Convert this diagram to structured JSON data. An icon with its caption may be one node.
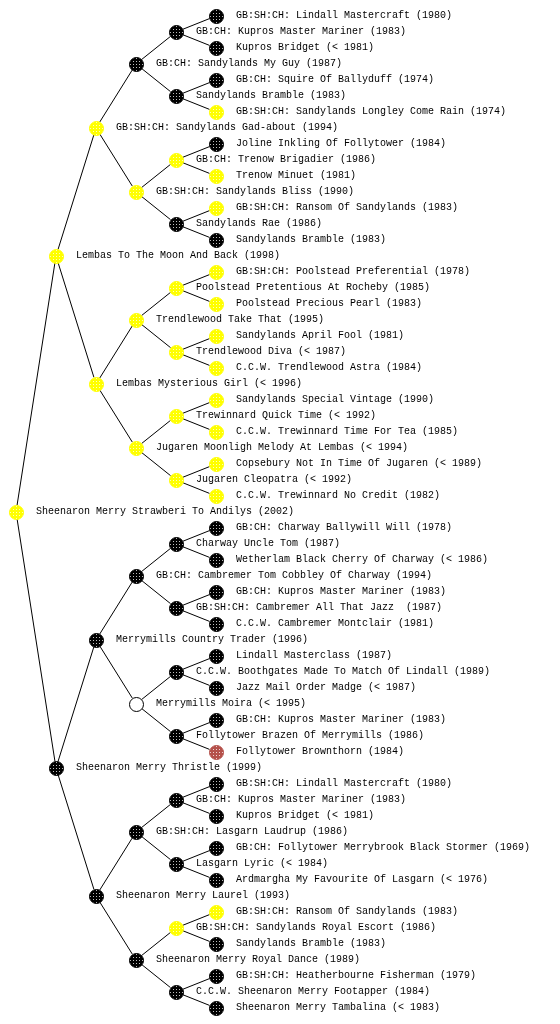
{
  "diagram": {
    "nodes": [
      {
        "text": [
          "GB:SH:CH: Lindall Mastercraft (1980)"
        ]
      },
      {
        "text": [
          "GB:CH: Kupros Master Mariner (1983)"
        ]
      },
      {
        "text": [
          "Kupros Bridget (< 1981)"
        ]
      },
      {
        "text": [
          "GB:CH: Sandylands My Guy (1987)"
        ]
      },
      {
        "text": [
          "GB:CH: Squire Of Ballyduff (1974)"
        ]
      },
      {
        "text": [
          "Sandylands Bramble (1983)"
        ]
      },
      {
        "text": [
          "GB:SH:CH: Sandylands Longley Come Rain (1974)"
        ]
      },
      {
        "text": [
          "GB:SH:CH: Sandylands Gad-about (1994)"
        ]
      },
      {
        "text": [
          "Joline Inkling Of Follytower (1984)"
        ]
      },
      {
        "text": [
          "GB:CH: Trenow Brigadier (1986)"
        ]
      },
      {
        "text": [
          "Trenow Minuet (1981)"
        ]
      },
      {
        "text": [
          "GB:SH:CH: Sandylands Bliss (1990)"
        ]
      },
      {
        "text": [
          "GB:SH:CH: Ransom Of Sandylands (1983)"
        ]
      },
      {
        "text": [
          "Sandylands Rae (1986)"
        ]
      },
      {
        "text": [
          "Sandylands Bramble (1983)"
        ]
      },
      {
        "text": [
          "Lembas To The Moon And Back (1998)"
        ]
      },
      {
        "text": [
          "GB:SH:CH: Poolstead Preferential (1978)"
        ]
      },
      {
        "text": [
          "Poolstead Pretentious At Rocheby (1985)"
        ]
      },
      {
        "text": [
          "Poolstead Precious Pearl (1983)"
        ]
      },
      {
        "text": [
          "Trendlewood Take That (1995)"
        ]
      },
      {
        "text": [
          "Sandylands April Fool (1981)"
        ]
      },
      {
        "text": [
          "Trendlewood Diva (< 1987)"
        ]
      },
      {
        "text": [
          "C.C.W. Trendlewood Astra (1984)"
        ]
      },
      {
        "text": [
          "Lembas Mysterious Girl (< 1996)"
        ]
      },
      {
        "text": [
          "Sandylands Special Vintage (1990)"
        ]
      },
      {
        "text": [
          "Trewinnard Quick Time (< 1992)"
        ]
      },
      {
        "text": [
          "C.C.W. Trewinnard Time For Tea (1985)"
        ]
      },
      {
        "text": [
          "Jugaren Moonligh Melody At Lembas (< 1994)"
        ]
      },
      {
        "text": [
          "Copsebury Not In Time Of Jugaren (< 1989)"
        ]
      },
      {
        "text": [
          "Jugaren Cleopatra (< 1992)"
        ]
      },
      {
        "text": [
          "C.C.W. Trewinnard No Credit (1982)"
        ]
      },
      {
        "text": [
          "Sheenaron Merry Strawberi To Andilys (2002)"
        ]
      },
      {
        "text": [
          "GB:CH: Charway Ballywill Will (1978)"
        ]
      },
      {
        "text": [
          "Charway Uncle Tom (1987)"
        ]
      },
      {
        "text": [
          "Wetherlam Black Cherry Of Charway (< 1986)"
        ]
      },
      {
        "text": [
          "GB:CH: Cambremer Tom Cobbley Of Charway (1994)"
        ]
      },
      {
        "text": [
          "GB:CH: Kupros Master Mariner (1983)"
        ]
      },
      {
        "text": [
          "GB:SH:CH: Cambremer All That Jazz  (1987)"
        ]
      },
      {
        "text": [
          "C.C.W. Cambremer Montclair (1981)"
        ]
      },
      {
        "text": [
          "Merrymills Country Trader (1996)"
        ]
      },
      {
        "text": [
          "Lindall Masterclass (1987)"
        ]
      },
      {
        "text": [
          "C.C.W. Boothgates Made To Match Of Lindall (1989)"
        ]
      },
      {
        "text": [
          "Jazz Mail Order Madge (< 1987)"
        ]
      },
      {
        "text": [
          "Merrymills Moira (< 1995)"
        ]
      },
      {
        "text": [
          "GB:CH: Kupros Master Mariner (1983)"
        ]
      },
      {
        "text": [
          "Follytower Brazen Of Merrymills (1986)"
        ]
      },
      {
        "text": [
          "Follytower Brownthorn (1984)"
        ]
      },
      {
        "text": [
          "Sheenaron Merry Thristle (1999)"
        ]
      },
      {
        "text": [
          "GB:SH:CH: Lindall Mastercraft (1980)"
        ]
      },
      {
        "text": [
          "GB:CH: Kupros Master Mariner (1983)"
        ]
      },
      {
        "text": [
          "Kupros Bridget (< 1981)"
        ]
      },
      {
        "text": [
          "GB:SH:CH: Lasgarn Laudrup (1986)"
        ]
      },
      {
        "text": [
          "GB:CH: Follytower Merrybrook Black Stormer (1969)"
        ]
      },
      {
        "text": [
          "Lasgarn Lyric (< 1984)"
        ]
      },
      {
        "text": [
          "Ardmargha My Favourite Of Lasgarn (< 1976)"
        ]
      },
      {
        "text": [
          "Sheenaron Merry Laurel (1993)"
        ]
      },
      {
        "text": [
          "GB:SH:CH: Ransom Of Sandylands (1983)"
        ]
      },
      {
        "text": [
          "GB:SH:CH: Sandylands Royal Escort (1986)"
        ]
      },
      {
        "text": [
          "Sandylands Bramble (1983)"
        ]
      },
      {
        "text": [
          "Sheenaron Merry Royal Dance (1989)"
        ]
      },
      {
        "text": [
          "GB:SH:CH: Heatherbourne Fisherman (1979)"
        ]
      },
      {
        "text": [
          "C.C.W. Sheenaron Merry Footapper (1984)"
        ]
      },
      {
        "text": [
          "Sheenaron Merry Tambalina (< 1983)"
        ]
      }
    ],
    "edges": [
      {
        "from": 31,
        "to": 15,
        "arrow": "none"
      },
      {
        "from": 31,
        "to": 47,
        "arrow": "none"
      },
      {
        "from": 15,
        "to": 7,
        "arrow": "none"
      },
      {
        "from": 15,
        "to": 23,
        "arrow": "none"
      },
      {
        "from": 7,
        "to": 3,
        "arrow": "none"
      },
      {
        "from": 7,
        "to": 11,
        "arrow": "none"
      },
      {
        "from": 3,
        "to": 1,
        "arrow": "none"
      },
      {
        "from": 3,
        "to": 5,
        "arrow": "none"
      },
      {
        "from": 1,
        "to": 0,
        "arrow": "none"
      },
      {
        "from": 1,
        "to": 2,
        "arrow": "none"
      },
      {
        "from": 5,
        "to": 4,
        "arrow": "none"
      },
      {
        "from": 5,
        "to": 6,
        "arrow": "none"
      },
      {
        "from": 11,
        "to": 9,
        "arrow": "none"
      },
      {
        "from": 11,
        "to": 13,
        "arrow": "none"
      },
      {
        "from": 9,
        "to": 8,
        "arrow": "none"
      },
      {
        "from": 9,
        "to": 10,
        "arrow": "none"
      },
      {
        "from": 13,
        "to": 12,
        "arrow": "none"
      },
      {
        "from": 13,
        "to": 14,
        "arrow": "none"
      },
      {
        "from": 23,
        "to": 19,
        "arrow": "none"
      },
      {
        "from": 23,
        "to": 27,
        "arrow": "none"
      },
      {
        "from": 19,
        "to": 17,
        "arrow": "none"
      },
      {
        "from": 19,
        "to": 21,
        "arrow": "none"
      },
      {
        "from": 17,
        "to": 16,
        "arrow": "none"
      },
      {
        "from": 17,
        "to": 18,
        "arrow": "none"
      },
      {
        "from": 21,
        "to": 20,
        "arrow": "none"
      },
      {
        "from": 21,
        "to": 22,
        "arrow": "none"
      },
      {
        "from": 27,
        "to": 25,
        "arrow": "none"
      },
      {
        "from": 27,
        "to": 29,
        "arrow": "none"
      },
      {
        "from": 25,
        "to": 24,
        "arrow": "none"
      },
      {
        "from": 25,
        "to": 26,
        "arrow": "none"
      },
      {
        "from": 29,
        "to": 28,
        "arrow": "none"
      },
      {
        "from": 29,
        "to": 30,
        "arrow": "none"
      },
      {
        "from": 47,
        "to": 39,
        "arrow": "none"
      },
      {
        "from": 47,
        "to": 55,
        "arrow": "none"
      },
      {
        "from": 39,
        "to": 35,
        "arrow": "none"
      },
      {
        "from": 39,
        "to": 43,
        "arrow": "none"
      },
      {
        "from": 35,
        "to": 33,
        "arrow": "none"
      },
      {
        "from": 35,
        "to": 37,
        "arrow": "none"
      },
      {
        "from": 33,
        "to": 32,
        "arrow": "none"
      },
      {
        "from": 33,
        "to": 34,
        "arrow": "none"
      },
      {
        "from": 37,
        "to": 36,
        "arrow": "none"
      },
      {
        "from": 37,
        "to": 38,
        "arrow": "none"
      },
      {
        "from": 43,
        "to": 41,
        "arrow": "none"
      },
      {
        "from": 43,
        "to": 45,
        "arrow": "none"
      },
      {
        "from": 41,
        "to": 40,
        "arrow": "none"
      },
      {
        "from": 41,
        "to": 42,
        "arrow": "none"
      },
      {
        "from": 45,
        "to": 44,
        "arrow": "none"
      },
      {
        "from": 45,
        "to": 46,
        "arrow": "none"
      },
      {
        "from": 55,
        "to": 51,
        "arrow": "none"
      },
      {
        "from": 55,
        "to": 59,
        "arrow": "none"
      },
      {
        "from": 51,
        "to": 49,
        "arrow": "none"
      },
      {
        "from": 51,
        "to": 53,
        "arrow": "none"
      },
      {
        "from": 49,
        "to": 48,
        "arrow": "none"
      },
      {
        "from": 49,
        "to": 50,
        "arrow": "none"
      },
      {
        "from": 53,
        "to": 52,
        "arrow": "none"
      },
      {
        "from": 53,
        "to": 54,
        "arrow": "none"
      },
      {
        "from": 59,
        "to": 57,
        "arrow": "none"
      },
      {
        "from": 59,
        "to": 61,
        "arrow": "none"
      },
      {
        "from": 57,
        "to": 56,
        "arrow": "none"
      },
      {
        "from": 57,
        "to": 58,
        "arrow": "none"
      },
      {
        "from": 61,
        "to": 60,
        "arrow": "none"
      },
      {
        "from": 61,
        "to": 62,
        "arrow": "none"
      }
    ]
  }
}
